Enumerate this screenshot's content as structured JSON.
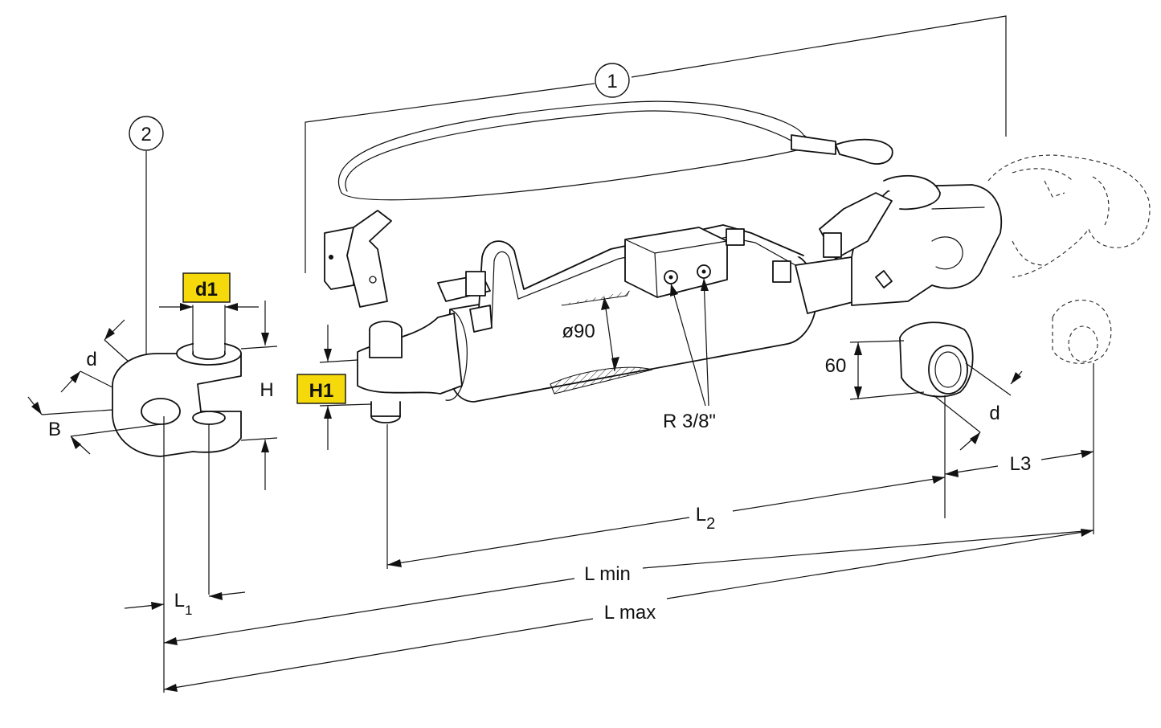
{
  "callouts": [
    {
      "id": "cylinder",
      "label": "1"
    },
    {
      "id": "fork",
      "label": "2"
    }
  ],
  "highlighted_labels": {
    "d1": "d1",
    "H1": "H1"
  },
  "dimension_labels": {
    "d_fork": "d",
    "B": "B",
    "H": "H",
    "diameter": "ø90",
    "port_thread": "R 3/8\"",
    "height_60": "60",
    "d_ball": "d",
    "L3": "L3",
    "L2_main": "L",
    "L2_sub": "2",
    "L1_main": "L",
    "L1_sub": "1",
    "Lmin": "L min",
    "Lmax": "L max"
  },
  "colors": {
    "badge_fill": "#f5d90a",
    "line": "#111111",
    "background": "#ffffff"
  }
}
